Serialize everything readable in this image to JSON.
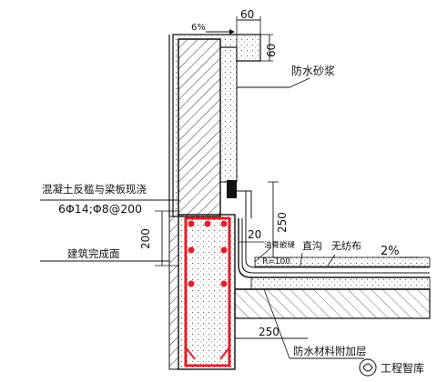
{
  "dimensions": {
    "top_width": "60",
    "slope_top": "6%",
    "top_height": "60",
    "upturn_height": "250",
    "corner_radius_offset": "20",
    "left_height": "200",
    "bottom_length": "250"
  },
  "labels": {
    "waterproof_mortar": "防水砂浆",
    "concrete_curb_title": "混凝土反槛与梁板现浇",
    "rebar_spec": "6Φ14;Φ8@200",
    "finished_surface": "建筑完成面",
    "sealant": "油膏嵌缝",
    "straight_pipe": "直沟",
    "nonwoven": "无纺布",
    "slope_floor": "2%",
    "radius": "R=100",
    "additional_layer": "防水材料附加层"
  },
  "watermark": {
    "text": "工程智库"
  },
  "colors": {
    "line": "#111111",
    "rebar": "#e0202a",
    "hatch": "#222222"
  }
}
